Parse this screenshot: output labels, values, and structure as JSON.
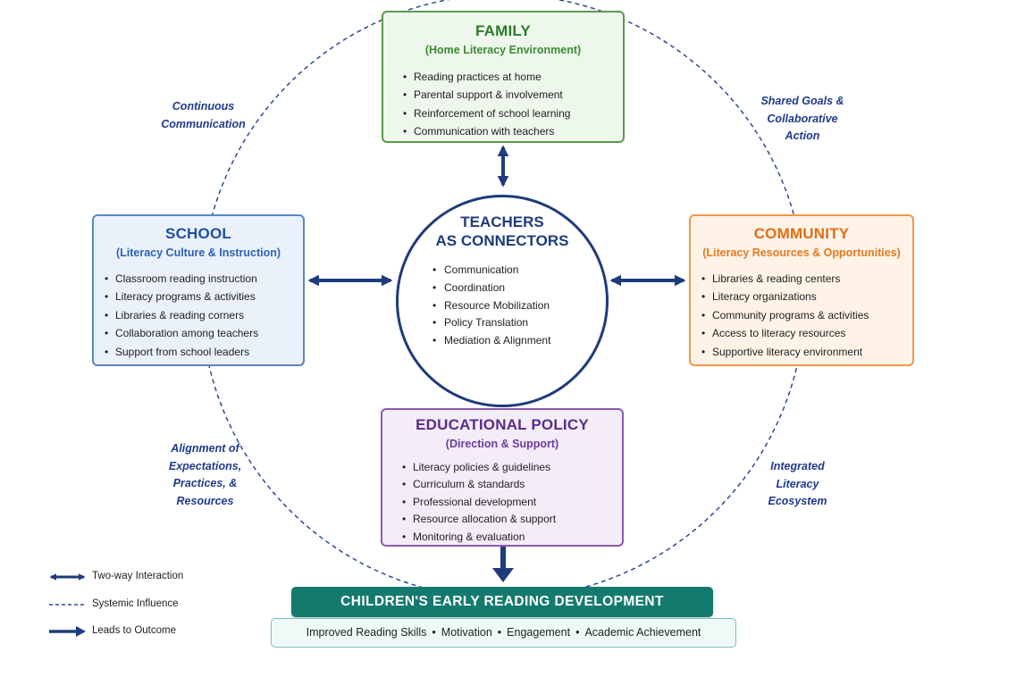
{
  "colors": {
    "navy": "#1f3b7a",
    "family": "#2e7a2a",
    "school": "#1f4f9e",
    "community": "#e16d14",
    "policy": "#5b2a8a",
    "outcome": "#157a6e"
  },
  "family": {
    "title": "FAMILY",
    "subtitle": "(Home Literacy Environment)",
    "items": [
      "Reading practices at home",
      "Parental support & involvement",
      "Reinforcement of school learning",
      "Communication with teachers"
    ]
  },
  "school": {
    "title": "SCHOOL",
    "subtitle": "(Literacy Culture & Instruction)",
    "items": [
      "Classroom reading instruction",
      "Literacy programs & activities",
      "Libraries & reading corners",
      "Collaboration among teachers",
      "Support from school leaders"
    ]
  },
  "community": {
    "title": "COMMUNITY",
    "subtitle": "(Literacy Resources & Opportunities)",
    "items": [
      "Libraries & reading centers",
      "Literacy organizations",
      "Community programs & activities",
      "Access to literacy resources",
      "Supportive literacy environment"
    ]
  },
  "policy": {
    "title": "EDUCATIONAL POLICY",
    "subtitle": "(Direction & Support)",
    "items": [
      "Literacy policies & guidelines",
      "Curriculum & standards",
      "Professional development",
      "Resource allocation & support",
      "Monitoring & evaluation"
    ]
  },
  "center": {
    "title_line1": "TEACHERS",
    "title_line2": "AS CONNECTORS",
    "items": [
      "Communication",
      "Coordination",
      "Resource Mobilization",
      "Policy Translation",
      "Mediation & Alignment"
    ]
  },
  "connectors": {
    "top_left": [
      "Continuous",
      "Communication"
    ],
    "top_right": [
      "Shared Goals &",
      "Collaborative",
      "Action"
    ],
    "bottom_left": [
      "Alignment of",
      "Expectations,",
      "Practices, &",
      "Resources"
    ],
    "bottom_right": [
      "Integrated",
      "Literacy",
      "Ecosystem"
    ]
  },
  "outcome": {
    "banner": "CHILDREN'S EARLY READING DEVELOPMENT",
    "items": [
      "Improved Reading Skills",
      "Motivation",
      "Engagement",
      "Academic Achievement"
    ],
    "separator": "•"
  },
  "legend": {
    "two_way": "Two-way Interaction",
    "systemic": "Systemic Influence",
    "leads": "Leads to Outcome"
  }
}
